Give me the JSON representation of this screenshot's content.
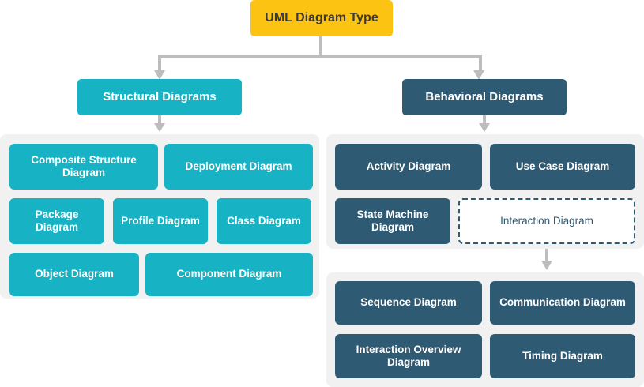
{
  "diagram": {
    "title": "UML Diagram Type",
    "colors": {
      "root_fill": "#FDC313",
      "root_text": "#3A3A3A",
      "structural_fill": "#17B3C4",
      "behavioral_fill": "#2F5A73",
      "panel_fill": "#F1F1F1",
      "connector": "#BDBDBD",
      "dashed_border": "#2F5A73",
      "node_text": "#FFFFFF"
    },
    "root": {
      "label": "UML Diagram Type"
    },
    "branches": [
      {
        "id": "structural",
        "label": "Structural Diagrams",
        "style": "teal",
        "rows": [
          [
            {
              "label": "Composite Structure Diagram"
            },
            {
              "label": "Deployment Diagram"
            }
          ],
          [
            {
              "label": "Package Diagram"
            },
            {
              "label": "Profile Diagram"
            },
            {
              "label": "Class Diagram"
            }
          ],
          [
            {
              "label": "Object Diagram"
            },
            {
              "label": "Component Diagram"
            }
          ]
        ]
      },
      {
        "id": "behavioral",
        "label": "Behavioral Diagrams",
        "style": "slate",
        "rows": [
          [
            {
              "label": "Activity Diagram"
            },
            {
              "label": "Use Case Diagram"
            }
          ],
          [
            {
              "label": "State Machine Diagram"
            },
            {
              "label": "Interaction Diagram",
              "style": "dashed"
            }
          ]
        ],
        "sub_group": {
          "parent": "Interaction Diagram",
          "rows": [
            [
              {
                "label": "Sequence Diagram"
              },
              {
                "label": "Communication Diagram"
              }
            ],
            [
              {
                "label": "Interaction Overview Diagram"
              },
              {
                "label": "Timing Diagram"
              }
            ]
          ]
        }
      }
    ]
  }
}
